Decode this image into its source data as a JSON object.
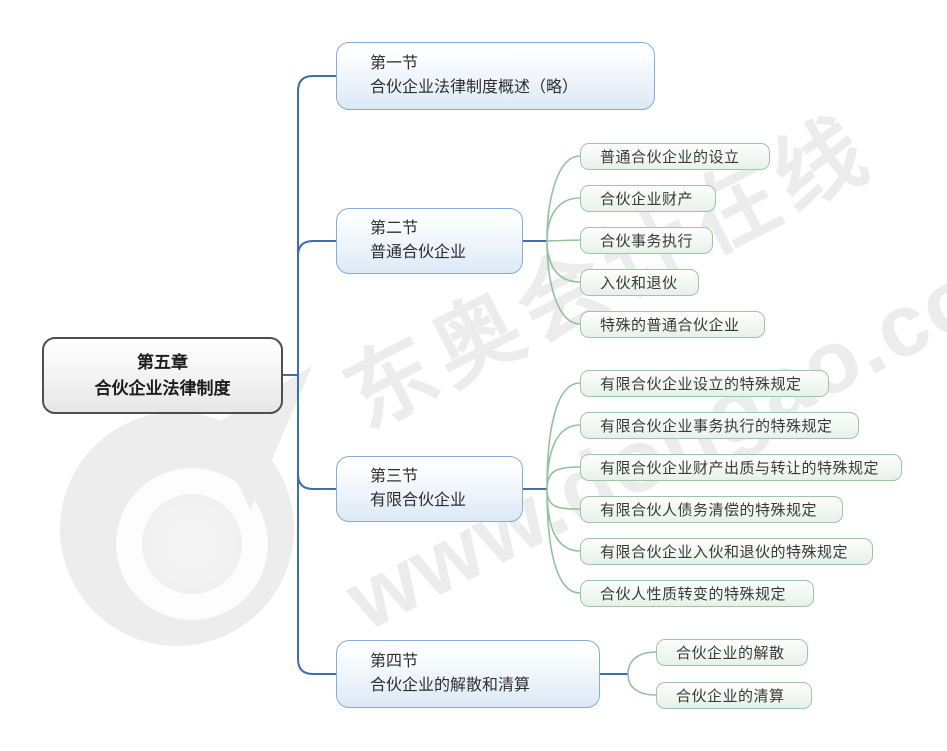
{
  "watermark": {
    "brand_text": "东奥会计在线",
    "url_text": "www.dongao.com"
  },
  "colors": {
    "branch_line": "#3c6eb0",
    "branch_border": "#82aed8",
    "leaf_line": "#93c29b",
    "leaf_border": "#9dc7a3",
    "root_border": "#4f4f4f"
  },
  "mindmap": {
    "root": {
      "line1": "第五章",
      "line2": "合伙企业法律制度"
    },
    "branches": [
      {
        "line1": "第一节",
        "line2": "合伙企业法律制度概述（略）",
        "children": []
      },
      {
        "line1": "第二节",
        "line2": "普通合伙企业",
        "children": [
          "普通合伙企业的设立",
          "合伙企业财产",
          "合伙事务执行",
          "入伙和退伙",
          "特殊的普通合伙企业"
        ]
      },
      {
        "line1": "第三节",
        "line2": "有限合伙企业",
        "children": [
          "有限合伙企业设立的特殊规定",
          "有限合伙企业事务执行的特殊规定",
          "有限合伙企业财产出质与转让的特殊规定",
          "有限合伙人债务清偿的特殊规定",
          "有限合伙企业入伙和退伙的特殊规定",
          "合伙人性质转变的特殊规定"
        ]
      },
      {
        "line1": "第四节",
        "line2": "合伙企业的解散和清算",
        "children": [
          "合伙企业的解散",
          "合伙企业的清算"
        ]
      }
    ]
  }
}
